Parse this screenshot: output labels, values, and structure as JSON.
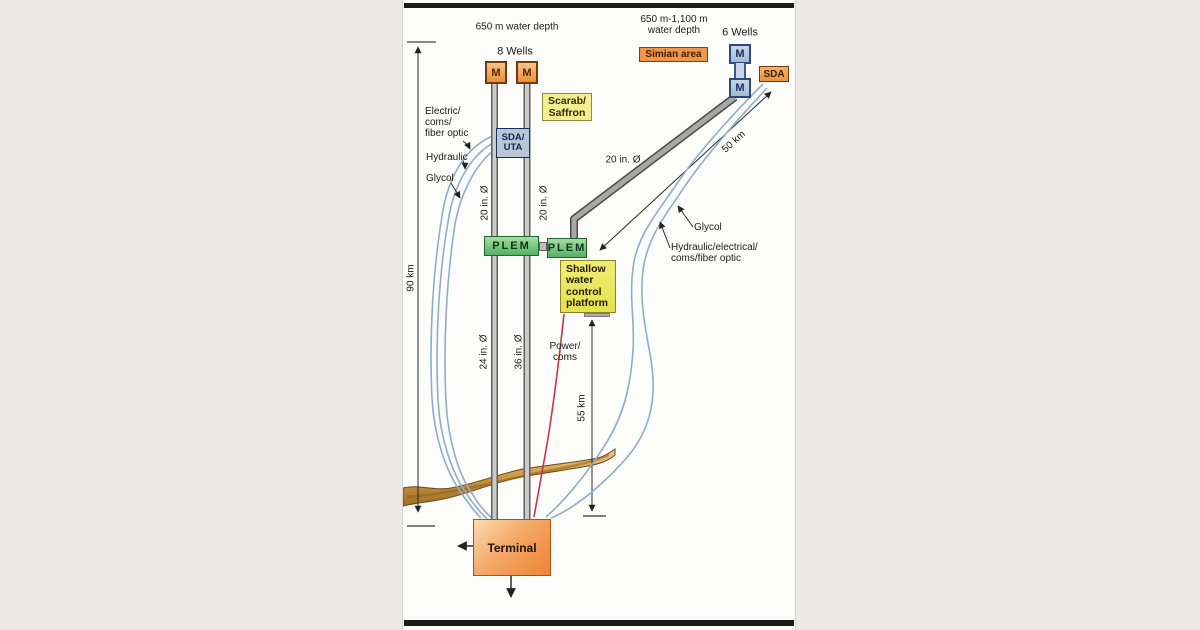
{
  "figure": {
    "left_field": {
      "water_depth": "650 m water depth",
      "wells": "8 Wells",
      "field_name_line1": "Scarab/",
      "field_name_line2": "Saffron",
      "manifold_label": "M",
      "sda_uta_line1": "SDA/",
      "sda_uta_line2": "UTA"
    },
    "right_field": {
      "water_depth_line1": "650 m-1,100 m",
      "water_depth_line2": "water depth",
      "area_name": "Simian area",
      "wells": "6 Wells",
      "manifold_label": "M",
      "sda_label": "SDA"
    },
    "umbilical_left": {
      "line1_label_a": "Electric/",
      "line1_label_b": "coms/",
      "line1_label_c": "fiber optic",
      "line2_label": "Hydraulic",
      "line3_label": "Glycol"
    },
    "umbilical_right": {
      "line1_label": "Glycol",
      "line2_label_a": "Hydraulic/electrical/",
      "line2_label_b": "coms/fiber optic"
    },
    "pipelines": {
      "riser1_diameter": "20 in. Ø",
      "riser2_diameter": "20 in. Ø",
      "simian_line_diameter": "20 in. Ø",
      "export1_diameter": "24 in. Ø",
      "export2_diameter": "36 in. Ø"
    },
    "distances": {
      "shore_to_scarab": "90 km",
      "shore_to_platform": "55 km",
      "simian_tieback": "50 km"
    },
    "facilities": {
      "plem1": "PLEM",
      "plem2": "PLEM",
      "platform_line1": "Shallow",
      "platform_line2": "water",
      "platform_line3": "control",
      "platform_line4": "platform",
      "power_line1": "Power/",
      "power_line2": "coms",
      "terminal": "Terminal"
    },
    "colors": {
      "margin_bg": "#ebe8e6",
      "canvas_bg": "#fcfcfb",
      "frame_bar": "#1b1b1b",
      "manifold_orange": "#ee9f54",
      "subsea_blue_box": "#b8c6d6",
      "plem_green": "#6fc277",
      "platform_yellow": "#ebe55c",
      "scarab_yellow": "#f2ee91",
      "terminal_orange": "#f19349",
      "shore_tan": "#cf9a45",
      "pipeline_gray": "#cbcbcb",
      "umbilical_blue": "#93abc7",
      "power_red": "#c63848"
    }
  }
}
